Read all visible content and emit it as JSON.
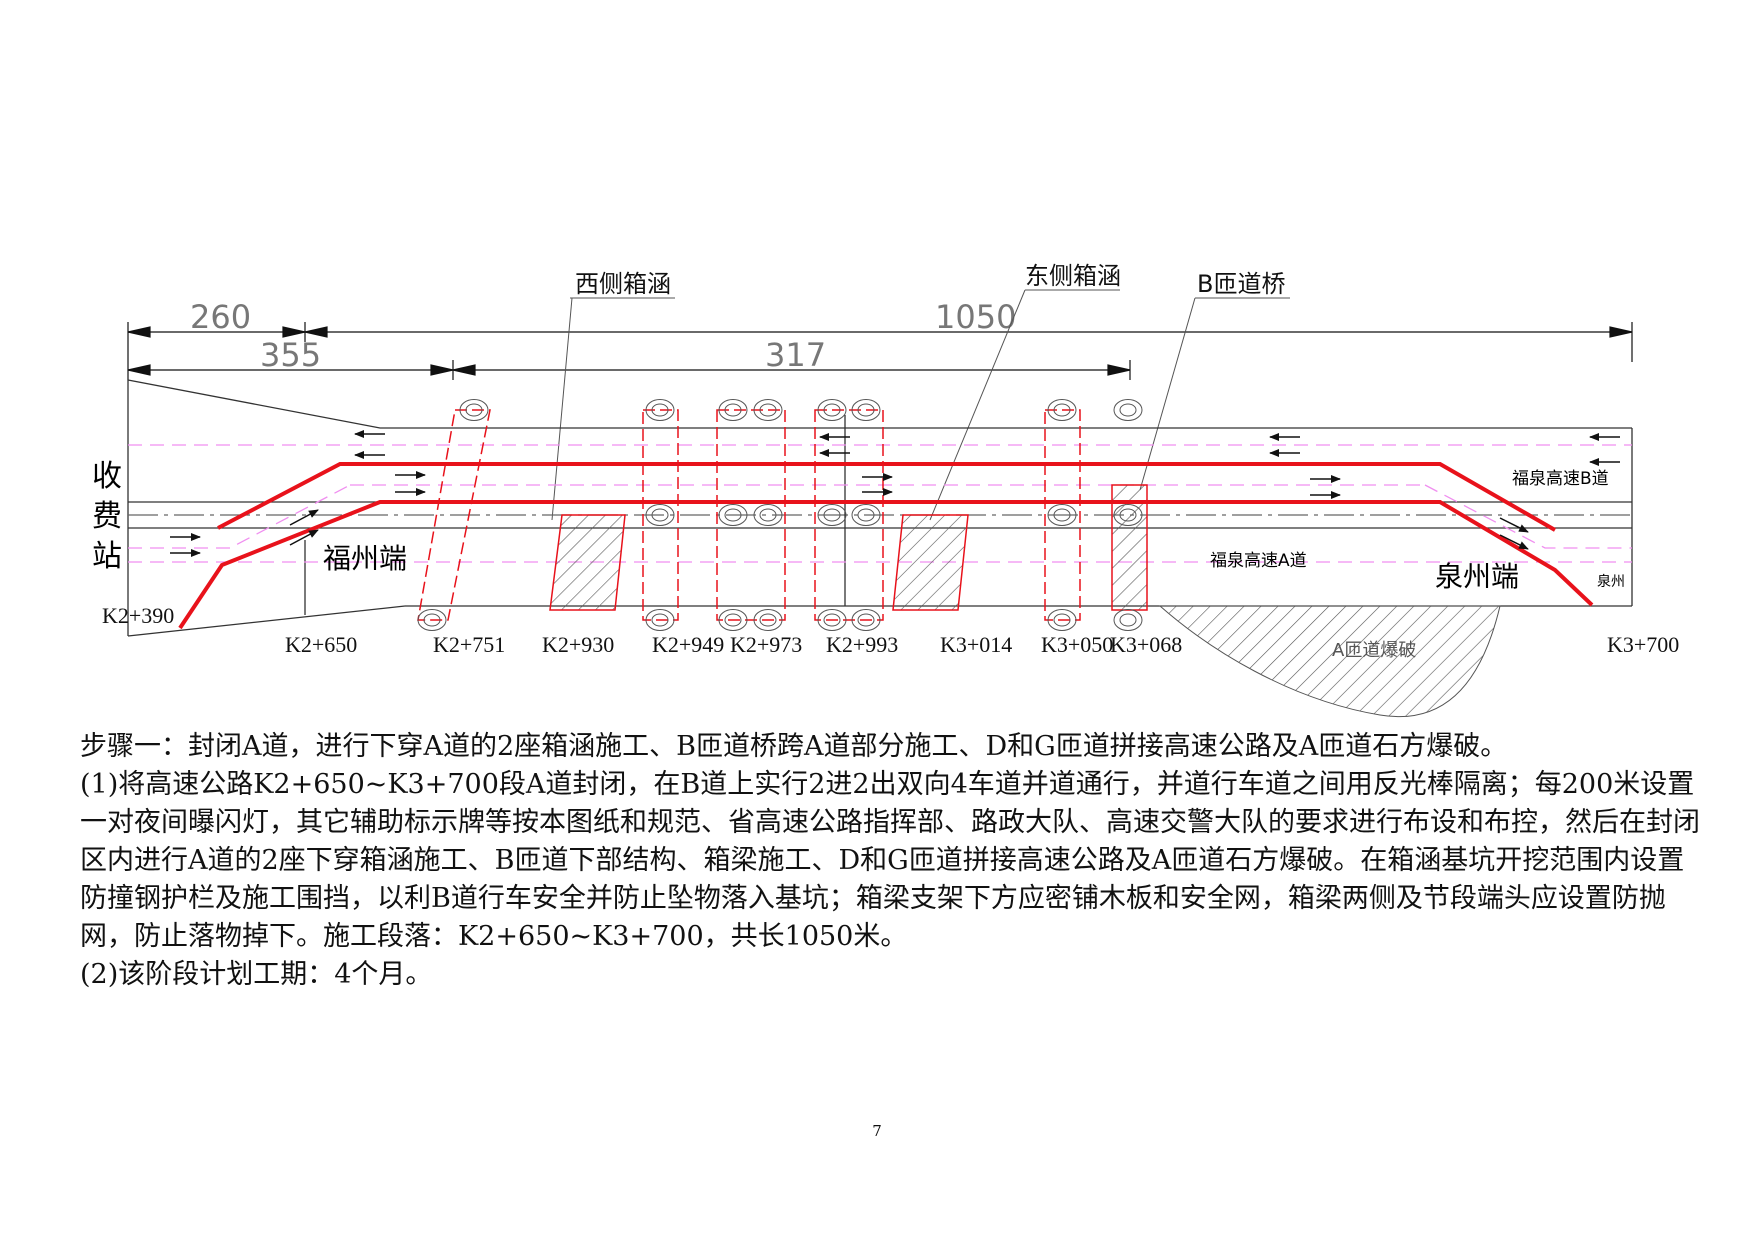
{
  "diagram": {
    "dimensions": {
      "d260": "260",
      "d355": "355",
      "d1050": "1050",
      "d317": "317"
    },
    "callouts": {
      "west_culvert": "西侧箱涵",
      "east_culvert": "东侧箱涵",
      "b_bridge": "B匝道桥"
    },
    "labels": {
      "toll_station": [
        "收",
        "费",
        "站"
      ],
      "fuzhou_end": "福州端",
      "quanzhou_end": "泉州端",
      "fuquan_a": "福泉高速A道",
      "fuquan_b": "福泉高速B道",
      "quanzhou_small": "泉州",
      "a_ramp_blast": "A匝道爆破"
    },
    "chainages": [
      "K2+390",
      "K2+650",
      "K2+751",
      "K2+930",
      "K2+949",
      "K2+973",
      "K2+993",
      "K3+014",
      "K3+050",
      "K3+068",
      "K3+700"
    ],
    "colors": {
      "closure_line": "#e8121b",
      "construction_zone": "#e8121b",
      "lane_marking": "#f08ff0",
      "road_edge": "#333333",
      "hatch": "#555555"
    }
  },
  "text": {
    "step": "步骤一：封闭A道，进行下穿A道的2座箱涵施工、B匝道桥跨A道部分施工、D和G匝道拼接高速公路及A匝道石方爆破。",
    "item1": "(1)将高速公路K2+650~K3+700段A道封闭，在B道上实行2进2出双向4车道并道通行，并道行车道之间用反光棒隔离；每200米设置一对夜间曝闪灯，其它辅助标示牌等按本图纸和规范、省高速公路指挥部、路政大队、高速交警大队的要求进行布设和布控，然后在封闭区内进行A道的2座下穿箱涵施工、B匝道下部结构、箱梁施工、D和G匝道拼接高速公路及A匝道石方爆破。在箱涵基坑开挖范围内设置防撞钢护栏及施工围挡，以利B道行车安全并防止坠物落入基坑；箱梁支架下方应密铺木板和安全网，箱梁两侧及节段端头应设置防抛网，防止落物掉下。施工段落：K2+650~K3+700，共长1050米。",
    "item2": "(2)该阶段计划工期：4个月。"
  },
  "page_number": "7"
}
